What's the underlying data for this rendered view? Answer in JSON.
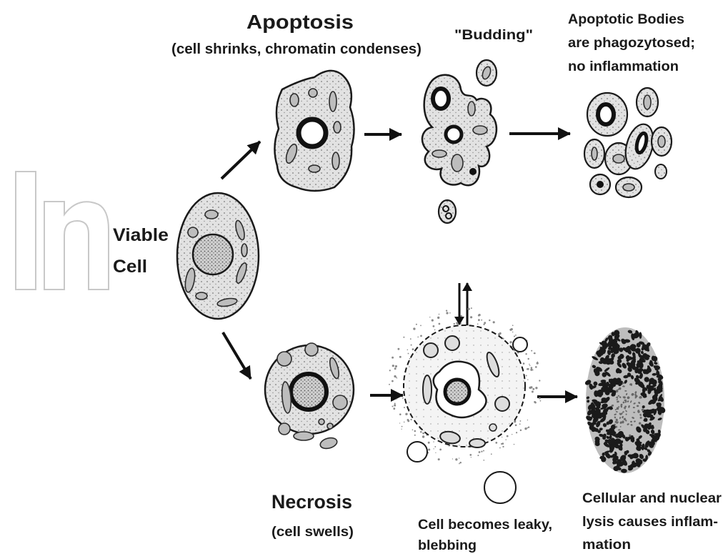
{
  "apoptosis": {
    "title": "Apoptosis",
    "subtitle": "(cell shrinks, chromatin condenses)"
  },
  "budding": {
    "label": "\"Budding\""
  },
  "apoptotic_bodies": {
    "lines": [
      "Apoptotic Bodies",
      "are phagozytosed;",
      "no inflammation"
    ]
  },
  "viable_cell": {
    "lines": [
      "Viable",
      "Cell"
    ]
  },
  "necrosis": {
    "title": "Necrosis",
    "subtitle": "(cell swells)"
  },
  "leaky_cell": {
    "lines": [
      "Cell becomes leaky,",
      "blebbing"
    ]
  },
  "lysis": {
    "lines": [
      "Cellular and nuclear",
      "lysis causes inflam-",
      "mation"
    ]
  },
  "watermark": "In",
  "colors": {
    "ink": "#1a1a1a",
    "cytoplasm": "#e0e0e0",
    "watermark": "#c8c8c8"
  },
  "icons": [
    "arrow-right-icon",
    "arrow-up-icon",
    "arrow-down-icon"
  ]
}
